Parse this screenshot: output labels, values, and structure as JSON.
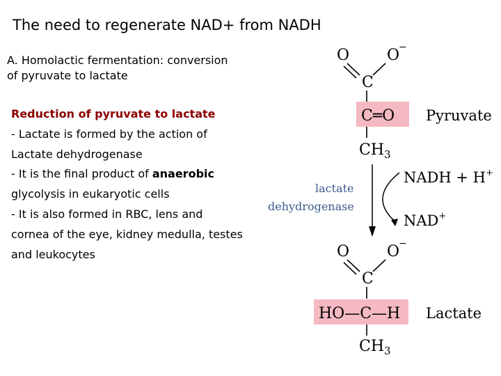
{
  "title": "The need to regenerate NAD+ from NADH",
  "subtitle": {
    "line1": "A. Homolactic fermentation: conversion",
    "line2": "of pyruvate to lactate"
  },
  "body": {
    "heading": "Reduction of pyruvate to lactate",
    "line1": "- Lactate is formed by the action of",
    "line2": "Lactate dehydrogenase",
    "line3_pre": "- It is the final product of ",
    "line3_bold": "anaerobic",
    "line4": "glycolysis in eukaryotic cells",
    "line5": "- It is also formed in RBC, lens and",
    "line6": "cornea of the eye, kidney medulla, testes",
    "line7": "and leukocytes"
  },
  "diagram": {
    "pyruvate": {
      "o_left": "O",
      "o_right": "O",
      "minus": "−",
      "carboxyl_c": "C",
      "keto": "C═O",
      "methyl": "CH",
      "methyl_sub": "3",
      "label": "Pyruvate"
    },
    "enzyme": {
      "line1": "lactate",
      "line2": "dehydrogenase"
    },
    "nadh": "NADH + H",
    "nadh_sup": "+",
    "nad": "NAD",
    "nad_sup": "+",
    "lactate": {
      "o_left": "O",
      "o_right": "O",
      "minus": "−",
      "carboxyl_c": "C",
      "alcohol": "HO—C—H",
      "methyl": "CH",
      "methyl_sub": "3",
      "label": "Lactate"
    },
    "colors": {
      "highlight": "#f4b9c3",
      "enzyme_text": "#3a5a8c"
    }
  }
}
